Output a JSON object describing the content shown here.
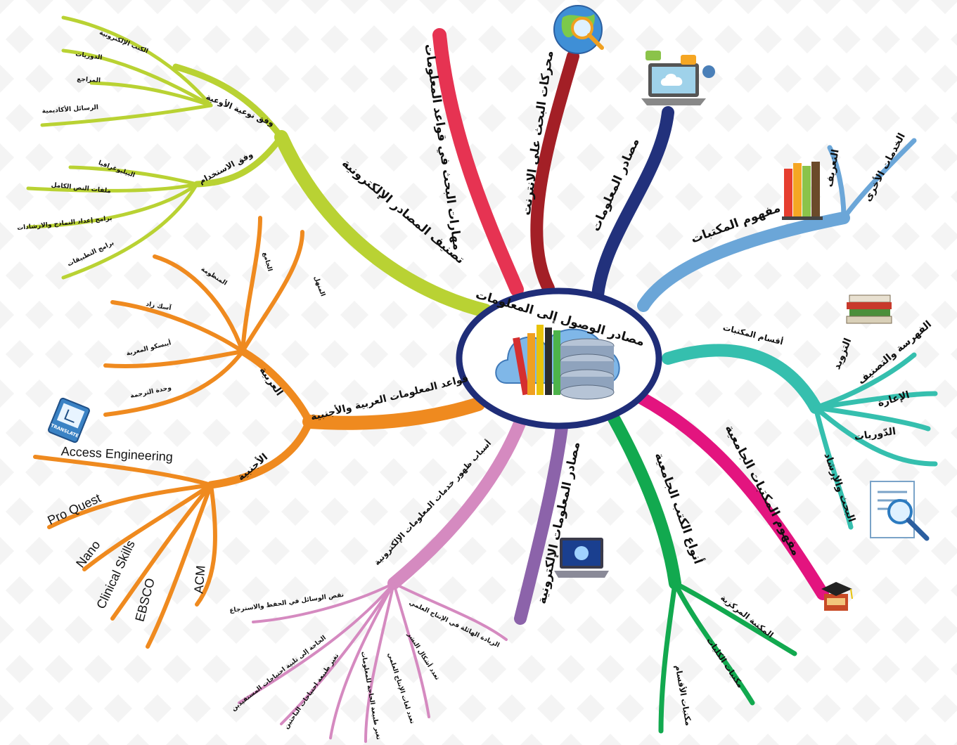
{
  "center": {
    "title": "مصادر الوصول إلى المعلومات"
  },
  "colors": {
    "lime": "#b9d233",
    "orange": "#ef8a1f",
    "pink": "#d58ac0",
    "purple": "#8c63aa",
    "green": "#12a94f",
    "magenta": "#e3147f",
    "teal": "#35bfae",
    "blue": "#6ba6d8",
    "navy": "#22317c",
    "maroon": "#a31f26",
    "red": "#e63352",
    "ring": "#1f2d78"
  },
  "branches": {
    "classification": {
      "label": "تصنيف المصادر الإلكترونية",
      "by_type": {
        "label": "وفق نوعية الأوعية",
        "items": [
          "الكتب الإلكترونية",
          "الدوريات",
          "المراجع",
          "الرسائل الأكاديمية"
        ]
      },
      "by_use": {
        "label": "وفق الاستخدام",
        "items": [
          "البيليوغرافيا",
          "ملفات النص الكامل",
          "برامج إعداد النماذج والارشادات",
          "برامج التطبيقات"
        ]
      }
    },
    "databases": {
      "label": "قواعد المعلومات العربية والأجنبية",
      "arabic": {
        "label": "العربية",
        "items": [
          "المنهل",
          "الجامع",
          "المنظومة",
          "آسك زاد",
          "أيبسكو المعربة",
          "وحدة الترجمة"
        ]
      },
      "foreign": {
        "label": "الأجنبية",
        "items": [
          "Access Engineering",
          "Pro Quest",
          "Nano",
          "Clinical Skills",
          "EBSCO",
          "ACM"
        ]
      }
    },
    "reasons": {
      "label": "أسباب ظهور خدمات المعلومات الإلكترونية",
      "items": [
        "نقص الوسائل في الحفظ والاسترجاع",
        "الحاجة إلى تلبية احتياجات المستفيدين",
        "تغير طبيعة احتياجات الباحثين",
        "تغير طبيعة الحاجة للمعلومات",
        "تعدد لغات الإنتاج العلمي",
        "تعدد أشكال النشر",
        "الزيادة الهائلة في الإنتاج العلمي"
      ]
    },
    "electronic_sources": {
      "label": "مصادر المعلومات الإلكترونية"
    },
    "book_types": {
      "label": "أنواع الكتب الجامعية",
      "items": [
        "المكتبة المركزية",
        "مكتبات الكليات",
        "مكتبات الأقسام"
      ]
    },
    "university_libraries": {
      "label": "مفهوم المكتبات الجامعية"
    },
    "library_sections": {
      "label": "أقسام المكتبات",
      "items": [
        "التزويد",
        "الفهرسة والتصنيف",
        "الإعارة",
        "الدّوريات",
        "البحث والإرشاد"
      ]
    },
    "library_concept": {
      "label": "مفهوم المكتبات",
      "items": [
        "التعريف",
        "الخدمات الأخرى"
      ]
    },
    "info_sources": {
      "label": "مصادر المعلومات"
    },
    "search_engines": {
      "label": "محركات البحث على الانترنت"
    },
    "search_skills": {
      "label": "مهارات البحث في قواعد المعلومات"
    }
  },
  "icons": {
    "translate_badge": "TRANSLATE",
    "list": [
      "globe-search-icon",
      "laptop-cloud-icon",
      "books-icon",
      "stacked-books-icon",
      "document-search-icon",
      "graduation-cap-icon",
      "monitor-icon",
      "translate-icon",
      "database-cloud-icon"
    ]
  }
}
